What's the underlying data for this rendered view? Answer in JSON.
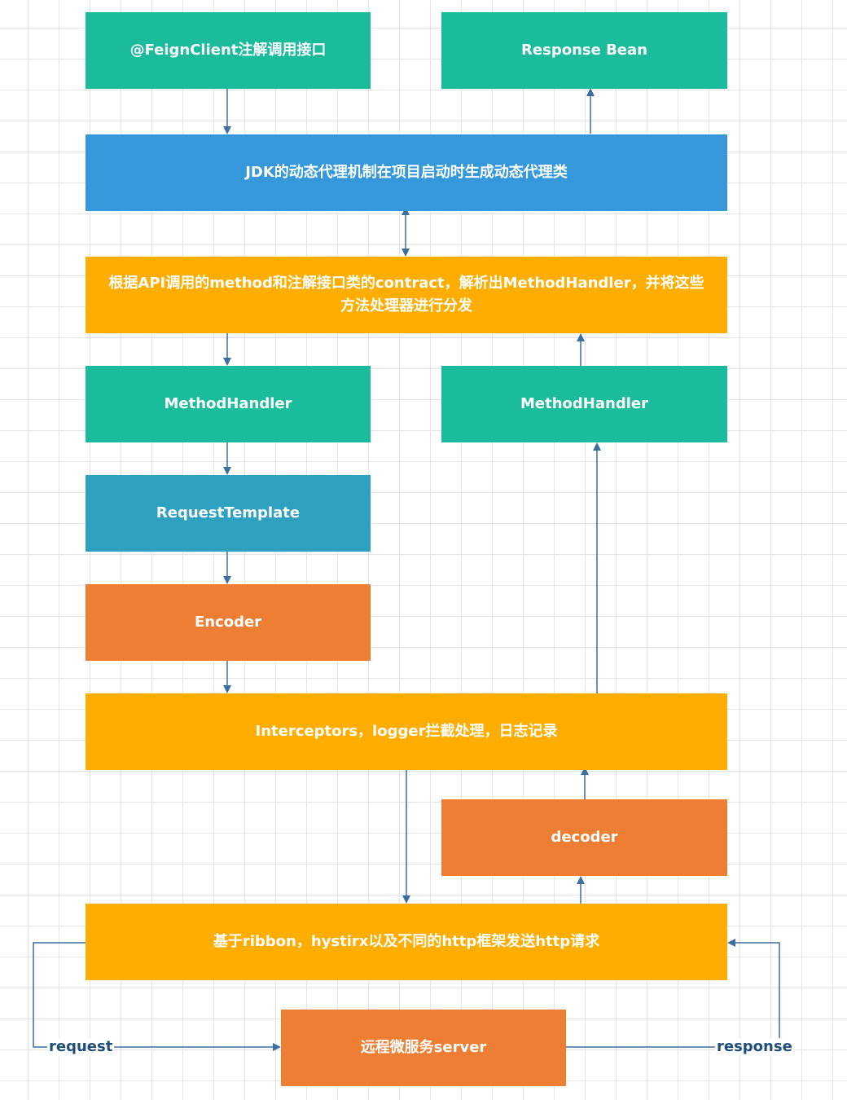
{
  "nodes": {
    "feign_client": "@FeignClient注解调用接口",
    "response_bean": "Response Bean",
    "jdk_proxy": "JDK的动态代理机制在项目启动时生成动态代理类",
    "contract_line1": "根据API调用的method和注解接口类的contract，解析出MethodHandler，并将这些",
    "contract_line2": "方法处理器进行分发",
    "method_handler_left": "MethodHandler",
    "method_handler_right": "MethodHandler",
    "request_template": "RequestTemplate",
    "encoder": "Encoder",
    "interceptors": "Interceptors，logger拦截处理，日志记录",
    "decoder": "decoder",
    "http_request": "基于ribbon，hystirx以及不同的http框架发送http请求",
    "remote_server": "远程微服务server"
  },
  "edge_labels": {
    "request": "request",
    "response": "response"
  },
  "colors": {
    "teal": "#1abc9c",
    "blue": "#3498db",
    "cyan": "#2ea1c0",
    "orange": "#ee7e34",
    "yellow": "#ffad00",
    "edge": "#3a6fa0"
  }
}
